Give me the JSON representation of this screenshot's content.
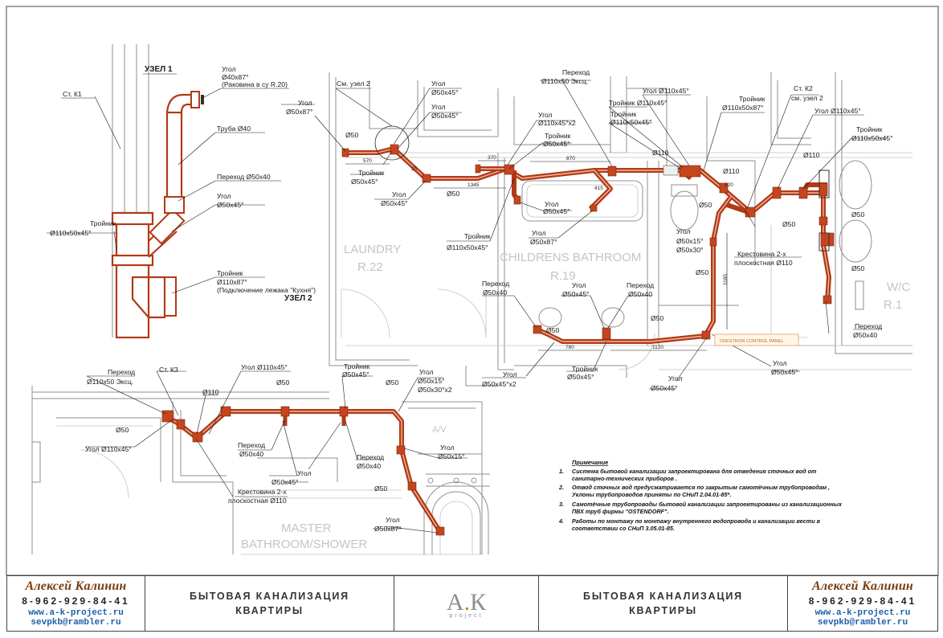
{
  "labels": {
    "uzel1": "УЗЕЛ 1",
    "uzel2": "УЗЕЛ 2",
    "st_k1": "Ст. К1",
    "st_k2": "Ст. К2",
    "st_k3": "Ст. К3",
    "sm_uzel2": "См. узел 2",
    "sm_uzel2_b": "см. узел 2",
    "ugol": "Угол",
    "ugol_40x87": "Ø40х87°",
    "rakovina": "(Раковина в су R.20)",
    "truba_40": "Труба Ø40",
    "perehod_50x40": "Переход Ø50х40",
    "ugol_50x45": "Ø50х45°",
    "troinik": "Тройник",
    "troinik_110x50x45": "Ø110х50х45°",
    "troinik_110x87": "Ø110х87°",
    "podkl_kuhnya": "(Подключение лежака \"Кухня\")",
    "ugol_50x87": "Ø50х87°",
    "d50": "Ø50",
    "d110": "Ø110",
    "troinik_50x45": "Ø50х45°",
    "perehod": "Переход",
    "perehod_110x50": "Ø110х50 Эксц.",
    "ugol_110x45x2": "Ø110х45°х2",
    "ugol_110x45_t": "Угол Ø110х45°",
    "troinik_110x45_t": "Тройник Ø110х45°",
    "troinik_110x50x87": "Ø110х50х87°",
    "ugol_110x45_b": "Угол Ø110х45°",
    "d50x40": "Ø50х40",
    "d50x15": "Ø50х15°",
    "d50x30": "Ø50х30°",
    "d50x30x2": "Ø50х30°х2",
    "d50x45x2": "Ø50х45°х2",
    "krestovina": "Крестовина 2-х",
    "krest_plosk": "плоскостная Ø110",
    "control_panel": "CRESTRON CONTROL PANEL",
    "d110x50_eksc": "Ø110х50 Эксц.",
    "laundry": "LAUNDRY",
    "r22": "R.22",
    "childrens_bathroom": "CHILDRENS BATHROOM",
    "r19": "R.19",
    "master": "MASTER",
    "bathroom_shower": "BATHROOM/SHOWER",
    "av": "A/V",
    "wc": "W/C",
    "r1": "R.1"
  },
  "dims": {
    "d570": "570",
    "d370": "370",
    "d1345": "1345",
    "d870": "870",
    "d415": "415",
    "d780": "780",
    "d1120": "1120",
    "d1185": "1185",
    "d25": "25",
    "d520": "520"
  },
  "notes": {
    "head": "Примечание",
    "n1a": "Система бытовой канализации запроектирована для отведения сточных вод от",
    "n1b": "санитарно-технических приборов .",
    "n2a": "Отвод сточных вод предусматривается по закрытым самотёчным трубопроводам ,",
    "n2b": "Уклоны трубопроводов приняты по СНиП 2.04.01-85*.",
    "n3a": "Самотёчные трубопроводы бытовой канализации запроектированы из канализационных",
    "n3b": "ПВХ труб фирмы \"OSTENDORF\".",
    "n4a": "Работы по монтажу по монтажу внутреннего водопровода и канализации вести в",
    "n4b": "соответствии со СНиП 3.05.01-85.",
    "num1": "1.",
    "num2": "2.",
    "num3": "3.",
    "num4": "4."
  },
  "footer": {
    "author_name": "Алексей Калинин",
    "phone": "8-962-929-84-41",
    "web": "www.a-k-project.ru",
    "email": "sevpkb@rambler.ru",
    "title_line1": "БЫТОВАЯ КАНАЛИЗАЦИЯ",
    "title_line2": "КВАРТИРЫ",
    "logo_a": "A",
    "logo_k": "К",
    "logo_sub": "project"
  },
  "colors": {
    "pipe": "#b23a16",
    "pipe_highlight": "#f0b8a0",
    "author": "#7a3d0e",
    "link": "#1b5fa8",
    "logo_accent": "#c8872c"
  }
}
